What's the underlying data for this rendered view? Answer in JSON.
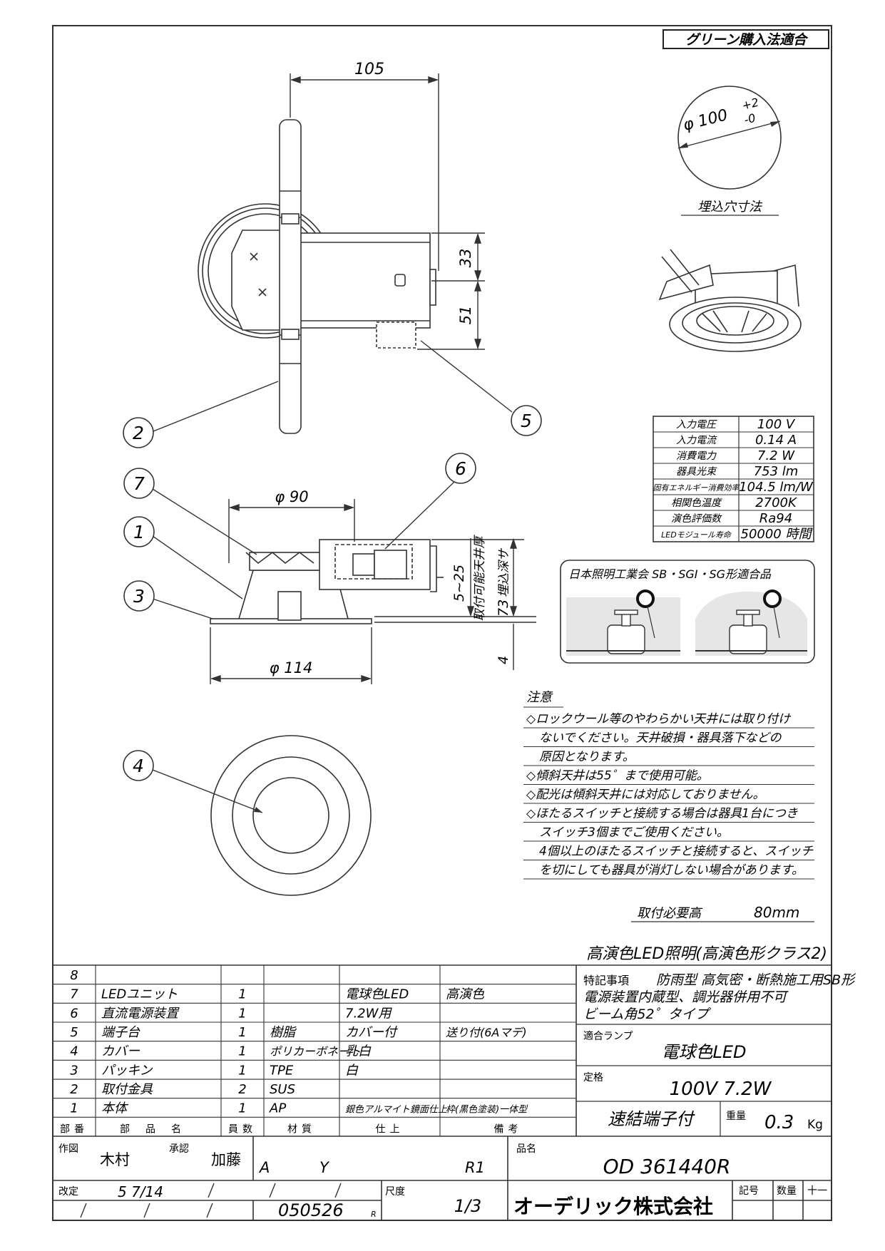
{
  "header": {
    "green_label": "グリーン購入法適合"
  },
  "dimensions": {
    "top_width": "105",
    "dim_33": "33",
    "dim_51": "51",
    "cutout_dia_label": "φ 100",
    "cutout_tol_plus": "+2",
    "cutout_tol_minus": "-0",
    "cutout_caption": "埋込穴寸法",
    "side_d90": "φ 90",
    "side_d114": "φ 114",
    "side_5_25": "5~25",
    "side_thickness": "取付可能天井厚",
    "side_73": "73",
    "side_depth": "埋込深サ",
    "side_4": "4"
  },
  "callouts": [
    "1",
    "2",
    "3",
    "4",
    "5",
    "6",
    "7"
  ],
  "specs": [
    {
      "label": "入力電圧",
      "value": "100 V"
    },
    {
      "label": "入力電流",
      "value": "0.14 A"
    },
    {
      "label": "消費電力",
      "value": "7.2 W"
    },
    {
      "label": "器具光束",
      "value": "753 lm"
    },
    {
      "label": "固有エネルギー消費効率",
      "value": "104.5 lm/W"
    },
    {
      "label": "相関色温度",
      "value": "2700K"
    },
    {
      "label": "演色評価数",
      "value": "Ra94"
    },
    {
      "label": "LEDモジュール寿命",
      "value": "50000 時間"
    }
  ],
  "insulation": {
    "title": "日本照明工業会 SB・SGI・SG形適合品"
  },
  "notes": {
    "title": "注意",
    "lines": [
      "◇ロックウール等のやわらかい天井には取り付け",
      "ないでください。天井破損・器具落下などの",
      "原因となります。",
      "◇傾斜天井は55゜まで使用可能。",
      "◇配光は傾斜天井には対応しておりません。",
      "◇ほたるスイッチと接続する場合は器具1台につき",
      "スイッチ3個までご使用ください。",
      "4個以上のほたるスイッチと接続すると、スイッチ",
      "を切にしても器具が消灯しない場合があります。"
    ],
    "mount_height_label": "取付必要高",
    "mount_height_value": "80mm"
  },
  "product_title": "高演色LED照明(高演色形クラス2)",
  "parts": [
    {
      "no": "8",
      "name": "",
      "qty": "",
      "material": "",
      "finish": "",
      "remark": ""
    },
    {
      "no": "7",
      "name": "LEDユニット",
      "qty": "1",
      "material": "",
      "finish": "電球色LED",
      "remark": "高演色"
    },
    {
      "no": "6",
      "name": "直流電源装置",
      "qty": "1",
      "material": "",
      "finish": "7.2W用",
      "remark": ""
    },
    {
      "no": "5",
      "name": "端子台",
      "qty": "1",
      "material": "樹脂",
      "finish": "カバー付",
      "remark": "送り付(6Aマデ)"
    },
    {
      "no": "4",
      "name": "カバー",
      "qty": "1",
      "material": "ポリカーボネート",
      "finish": "乳白",
      "remark": ""
    },
    {
      "no": "3",
      "name": "パッキン",
      "qty": "1",
      "material": "TPE",
      "finish": "白",
      "remark": ""
    },
    {
      "no": "2",
      "name": "取付金具",
      "qty": "2",
      "material": "SUS",
      "finish": "",
      "remark": ""
    },
    {
      "no": "1",
      "name": "本体",
      "qty": "1",
      "material": "AP",
      "finish": "銀色アルマイト鏡面仕上",
      "remark": "枠(黒色塗装)一体型"
    }
  ],
  "parts_header": {
    "no": "部番",
    "name": "部品名",
    "qty": "員数",
    "material": "材質",
    "finish": "仕上",
    "remark": "備考"
  },
  "special": {
    "label": "特記事項",
    "line1": "防雨型 高気密・断熱施工用SB形",
    "line2": "電源装置内蔵型、調光器併用不可",
    "line3": "ビーム角52゜タイプ"
  },
  "lamp": {
    "label": "適合ランプ",
    "value": "電球色LED"
  },
  "rating": {
    "label": "定格",
    "value": "100V 7.2W"
  },
  "connector": "速結端子付",
  "weight": {
    "label": "重量",
    "value": "0.3",
    "unit": "Kg"
  },
  "title_block": {
    "drawn_label": "作図",
    "drawn_by": "木村",
    "approved_label": "承認",
    "approved_by": "加藤",
    "code_a": "A",
    "code_y": "Y",
    "rev": "R1",
    "product_name_label": "品名",
    "product_no": "OD 361440R",
    "revised_label": "改定",
    "revised_date": "5 7/14",
    "scale_label": "尺度",
    "scale_value": "1/3",
    "drawing_no": "050526",
    "drawing_no_suffix": "R",
    "company": "オーデリック株式会社",
    "symbol_label": "記号",
    "quantity_label": "数量",
    "unit_label": "十一"
  }
}
